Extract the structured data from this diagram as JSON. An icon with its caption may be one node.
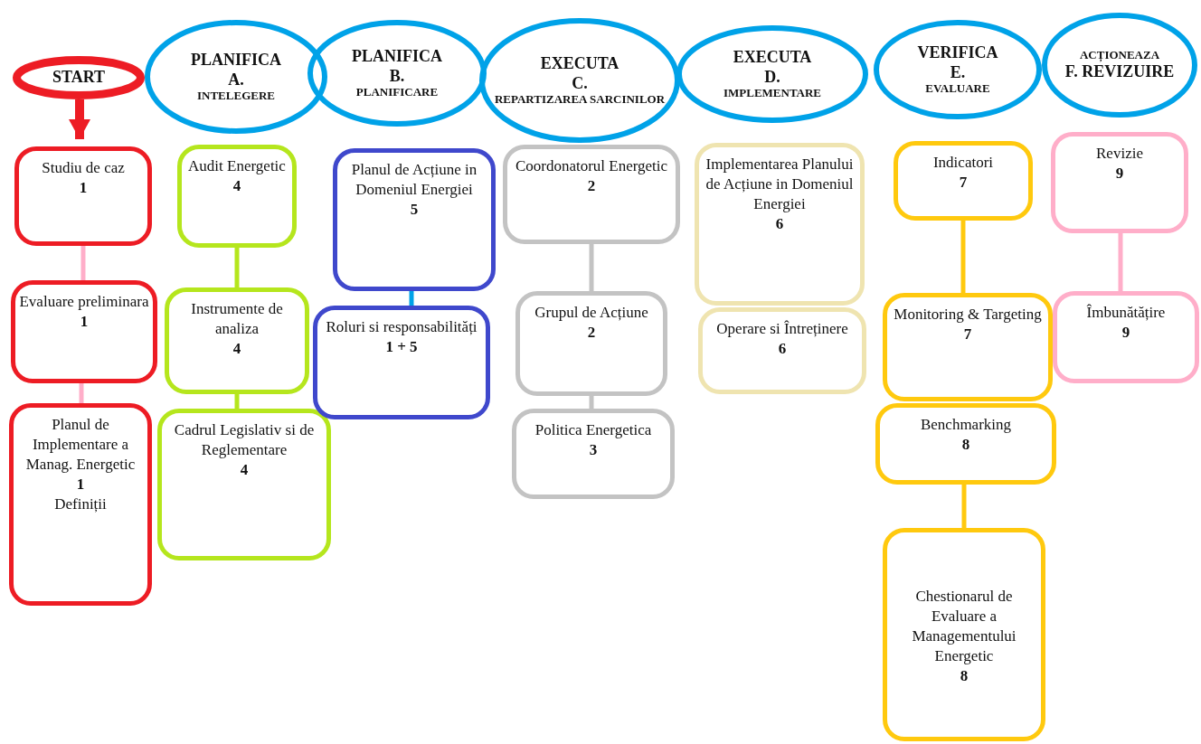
{
  "diagram": {
    "nodes": [
      {
        "text": [
          "START"
        ]
      },
      {
        "text": [
          "PLANIFICA",
          "A.",
          "INTELEGERE"
        ]
      },
      {
        "text": [
          "PLANIFICA",
          "B.",
          "PLANIFICARE"
        ]
      },
      {
        "text": [
          "EXECUTA",
          "C.",
          "REPARTIZAREA SARCINILOR"
        ]
      },
      {
        "text": [
          "EXECUTA",
          "D.",
          "IMPLEMENTARE"
        ]
      },
      {
        "text": [
          "VERIFICA",
          "E.",
          "EVALUARE"
        ]
      },
      {
        "text": [
          "ACȚIONEAZA",
          "F. REVIZUIRE"
        ]
      },
      {
        "text": [
          "Studiu de caz",
          "1"
        ]
      },
      {
        "text": [
          "Evaluare preliminara",
          "1"
        ]
      },
      {
        "text": [
          "Planul de Implementare a Manag. Energetic",
          "1",
          "Definiții"
        ]
      },
      {
        "text": [
          "Audit Energetic",
          "4"
        ]
      },
      {
        "text": [
          "Instrumente de analiza",
          "4"
        ]
      },
      {
        "text": [
          "Cadrul Legislativ si de Reglementare",
          "4"
        ]
      },
      {
        "text": [
          "Planul de Acțiune in Domeniul Energiei",
          "5"
        ]
      },
      {
        "text": [
          "Roluri si responsabilități",
          "1 + 5"
        ]
      },
      {
        "text": [
          "Coordonatorul Energetic",
          "2"
        ]
      },
      {
        "text": [
          "Grupul de Acțiune",
          "2"
        ]
      },
      {
        "text": [
          "Politica Energetica",
          "3"
        ]
      },
      {
        "text": [
          "Implementarea Planului de Acțiune in Domeniul Energiei",
          "6"
        ]
      },
      {
        "text": [
          "Operare si Întreținere",
          "6"
        ]
      },
      {
        "text": [
          "Indicatori",
          "7"
        ]
      },
      {
        "text": [
          "Monitoring & Targeting",
          "7"
        ]
      },
      {
        "text": [
          "Benchmarking",
          "8"
        ]
      },
      {
        "text": [
          "Chestionarul de Evaluare a Managementului Energetic",
          "8"
        ]
      },
      {
        "text": [
          "Revizie",
          "9"
        ]
      },
      {
        "text": [
          "Îmbunătățire",
          "9"
        ]
      }
    ],
    "edges": [
      {
        "from": 0,
        "to": 7,
        "arrow": "to",
        "style": "thick",
        "color": "#ed1c24"
      },
      {
        "from": 7,
        "to": 8,
        "arrow": "none",
        "color": "#ffaec9"
      },
      {
        "from": 8,
        "to": 9,
        "arrow": "none",
        "color": "#ffaec9"
      },
      {
        "from": 10,
        "to": 11,
        "arrow": "none",
        "color": "#b5e61d"
      },
      {
        "from": 11,
        "to": 12,
        "arrow": "none",
        "color": "#b5e61d"
      },
      {
        "from": 13,
        "to": 14,
        "arrow": "none",
        "color": "#00a2e8"
      },
      {
        "from": 15,
        "to": 16,
        "arrow": "none",
        "color": "#c3c3c3"
      },
      {
        "from": 16,
        "to": 17,
        "arrow": "none",
        "color": "#c3c3c3"
      },
      {
        "from": 20,
        "to": 21,
        "arrow": "none",
        "color": "#ffc90e"
      },
      {
        "from": 22,
        "to": 23,
        "arrow": "none",
        "color": "#ffc90e"
      },
      {
        "from": 24,
        "to": 25,
        "arrow": "none",
        "color": "#ffaec9"
      }
    ]
  }
}
